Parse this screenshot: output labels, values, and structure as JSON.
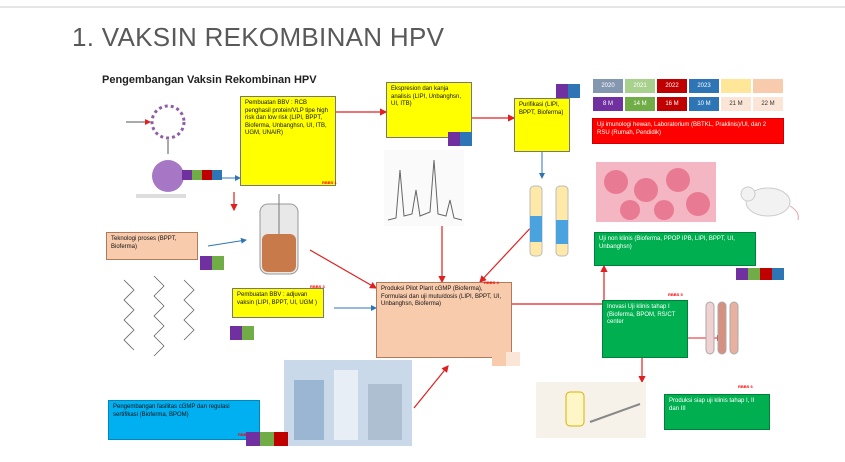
{
  "title": "1. VAKSIN REKOMBINAN HPV",
  "subtitle": "Pengembangan Vaksin Rekombinan HPV",
  "boxes": {
    "b1": "Pembuatan BBV : RCB penghasil protein/VLP tipe high risk dan low risk (LIPI, BPPT, Bioferma, Unbanghsn, UI, ITB, UGM, UNAIR)",
    "b2": "Ekspresion dan kanja analisis (LIPI, Unbanghsn, UI, ITB)",
    "b3": "Purifikasi (LIPI, BPPT, Bioferma)",
    "b4": "Teknologi proses (BPPT, Bioferma)",
    "b5": "Pembuatan BBV : adjuvan vaksin (LIPI, BPPT, UI, UGM )",
    "b6": "Produksi Pilot Plant cGMP (Bioferma), Formulasi dan uji mutu/dosis (LIPI, BPPT, UI, Unbanghsn, Bioferma)",
    "b7": "Pengembangan fasilitas cGMP dan regulasi sertifikasi (Bioferma, BPOM)",
    "b8": "Uji non klinis (Bioferma, PPOP IPB, LIPI, BPPT, UI, Unbanghsn)",
    "b9": "Inovasi Uji klinis tahap I (Bioferma, BPOM, RS/CT center",
    "b10": "Produksi siap uji klinis tahap I, II dan III",
    "redbar": "Uji imunologi hewan, Laboratorium (BBTKL, Praklinis)/UI, dan 2 RSU (Rumah, Pendidik)"
  },
  "timeline": {
    "years": [
      "2020",
      "2021",
      "2022",
      "2023",
      "",
      ""
    ],
    "months": [
      "8 M",
      "14 M",
      "16 M",
      "10 M",
      "21 M",
      "22 M"
    ],
    "year_colors": [
      "#8497b0",
      "#a9d18e",
      "#c00000",
      "#2e75b6",
      "#ffe699",
      "#f8cbad"
    ],
    "month_colors": [
      "#7030a0",
      "#70ad47",
      "#c00000",
      "#2e75b6",
      "#fbe5d6",
      "#fbe5d6"
    ]
  },
  "icons": {
    "vlp": "virus-like-particle-icon",
    "bioreactor": "bioreactor-icon",
    "chromatogram": "chromatogram-icon",
    "columns": "purification-column-icon",
    "cells": "cell-culture-icon",
    "mouse": "lab-mouse-icon",
    "vials": "test-tube-icon",
    "vaccine": "vaccine-syringe-icon",
    "facility": "cleanroom-facility-icon",
    "molecule": "molecule-structure-icon"
  }
}
